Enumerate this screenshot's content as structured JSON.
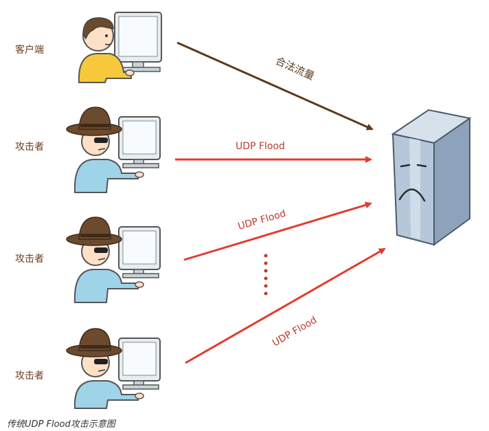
{
  "caption": "传统UDP Flood攻击示意图",
  "nodes": {
    "client": {
      "label": "客户端"
    },
    "attacker_1": {
      "label": "攻击者"
    },
    "attacker_2": {
      "label": "攻击者"
    },
    "attacker_3": {
      "label": "攻击者"
    },
    "server": {
      "icon": "sad-server-icon"
    }
  },
  "edges": {
    "legit": {
      "label": "合法流量",
      "color": "#5a3a1c"
    },
    "flood_1": {
      "label": "UDP Flood",
      "color": "#e23b2e"
    },
    "flood_2": {
      "label": "UDP Flood",
      "color": "#e23b2e"
    },
    "flood_3": {
      "label": "UDP Flood",
      "color": "#e23b2e"
    }
  },
  "colors": {
    "hat": "#6b4a2e",
    "client_shirt": "#f5c93b",
    "attacker_shirt": "#9fd3e8",
    "monitor": "#e6eef2",
    "server_body": "#b6c7da"
  }
}
